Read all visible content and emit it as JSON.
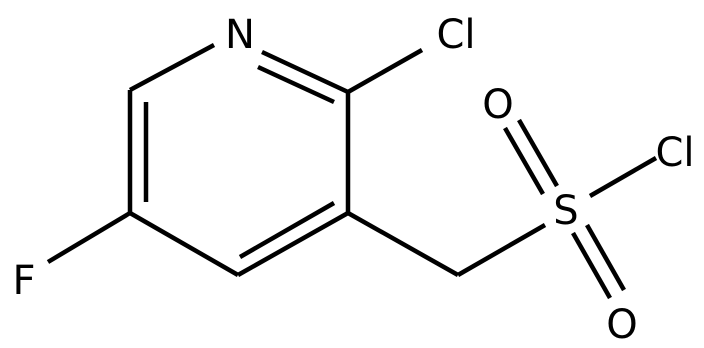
{
  "molecule": {
    "atoms": [
      {
        "id": "N1",
        "label": "N"
      },
      {
        "id": "Cl1",
        "label": "Cl"
      },
      {
        "id": "O1",
        "label": "O"
      },
      {
        "id": "Cl2",
        "label": "Cl"
      },
      {
        "id": "S1",
        "label": "S"
      },
      {
        "id": "O2",
        "label": "O"
      },
      {
        "id": "F1",
        "label": "F"
      }
    ]
  }
}
